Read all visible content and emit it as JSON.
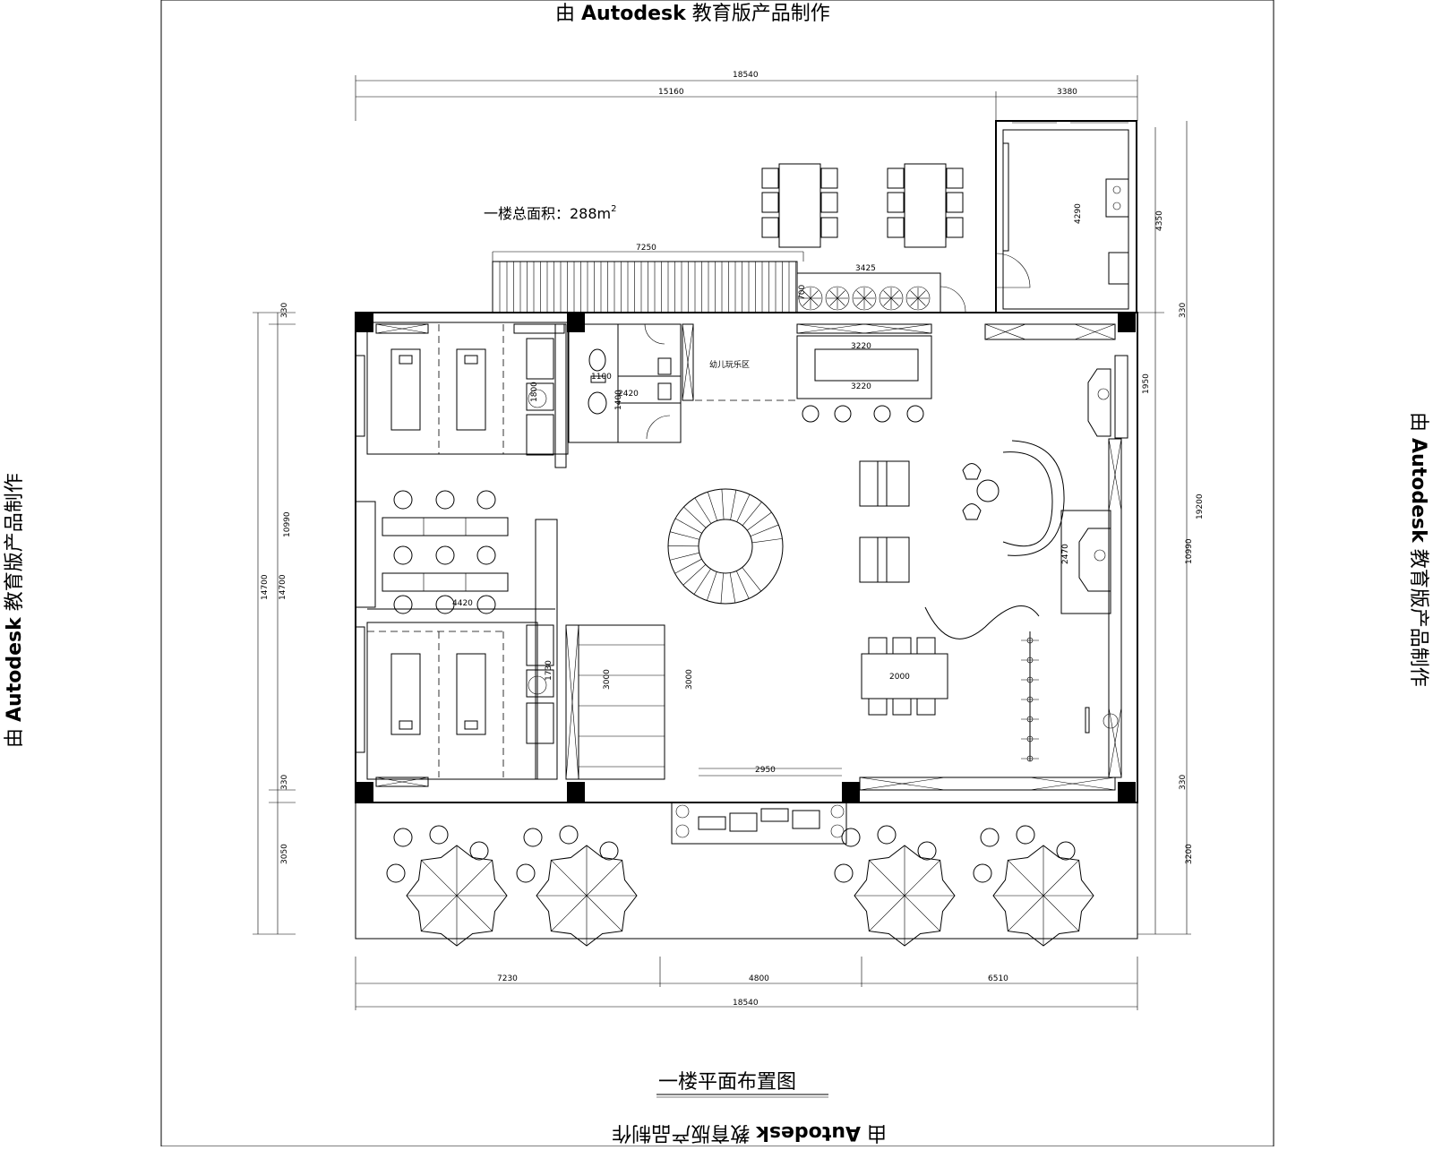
{
  "watermark": {
    "prefix": "由",
    "brand": "Autodesk",
    "suffix": "教育版产品制作"
  },
  "drawing_title": "一楼平面布置图",
  "area_note": {
    "text": "一楼总面积：288m",
    "superscript": "2"
  },
  "room_labels": {
    "kids_play": "幼儿玩乐区"
  },
  "dimensions": {
    "top_total": "18540",
    "top_left": "15160",
    "top_right": "3380",
    "stair_width": "7250",
    "planter_width": "3425",
    "planter_height": "700",
    "kitchen_height_inner": "4290",
    "kitchen_height_outer": "4350",
    "wall_330_a": "330",
    "wall_330_b": "330",
    "wall_330_c": "330",
    "wall_330_d": "330",
    "left_overall": "14700",
    "left_middle": "14700",
    "left_inner": "10990",
    "left_terrace": "3050",
    "right_overall": "19200",
    "right_inner": "10990",
    "right_top": "1950",
    "right_terrace": "3200",
    "bar_top": "3220",
    "bar_bottom": "3220",
    "wc_height": "1400",
    "wc_small": "1100",
    "wc_width": "2420",
    "wc_side": "1800",
    "room_width": "4420",
    "room_side": "1730",
    "stage_left": "3000",
    "stage_right": "3000",
    "table_len": "2000",
    "display_len": "2470",
    "entry_width": "2950",
    "bottom_left": "7230",
    "bottom_mid": "4800",
    "bottom_right": "6510",
    "bottom_total": "18540"
  }
}
